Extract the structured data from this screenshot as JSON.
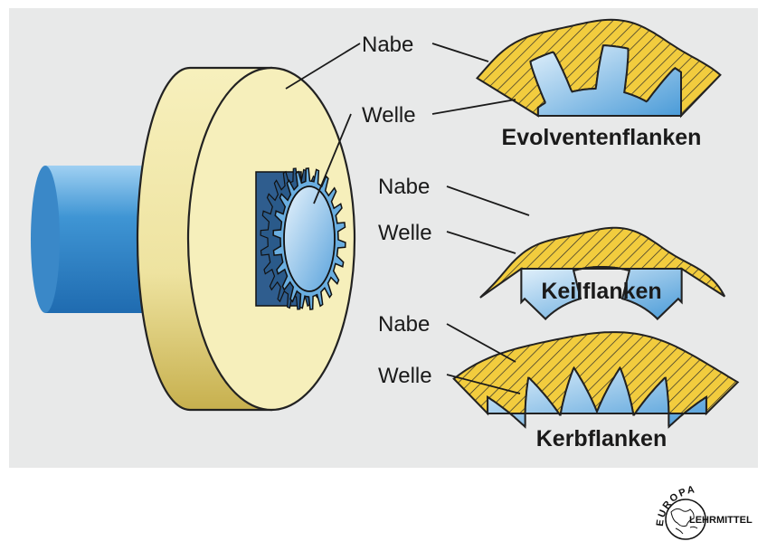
{
  "labels": {
    "nabe": "Nabe",
    "welle": "Welle"
  },
  "profiles": [
    {
      "title": "Evolventenflanken"
    },
    {
      "title": "Keilflanken"
    },
    {
      "title": "Kerbflanken"
    }
  ],
  "logo": {
    "top": "EUROPA",
    "right": "LEHRMITTEL"
  },
  "colors": {
    "background": "#e8e9e9",
    "hub": "#f5eeb4",
    "hub_shadow": "#c9b659",
    "shaft": "#3b8fd0",
    "shaft_light": "#cfe6f7",
    "hatch": "#f2cc3e"
  }
}
